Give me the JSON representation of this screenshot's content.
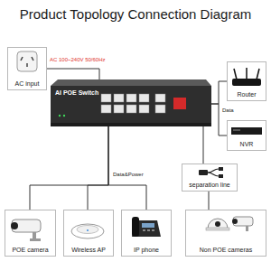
{
  "diagram": {
    "title": "Product Topology Connection Diagram",
    "nodes": [
      {
        "text": [
          "AC input"
        ]
      },
      {
        "text": [
          "AI POE Switch"
        ]
      },
      {
        "text": [
          "Router"
        ]
      },
      {
        "text": [
          "NVR"
        ]
      },
      {
        "text": [
          "separation line"
        ]
      },
      {
        "text": [
          "POE camera"
        ]
      },
      {
        "text": [
          "Wireless AP"
        ]
      },
      {
        "text": [
          "IP phone"
        ]
      },
      {
        "text": [
          "Non POE cameras"
        ]
      }
    ],
    "edges": [
      {
        "from": 0,
        "to": 1,
        "arrow": "none"
      },
      {
        "from": 1,
        "to": 2,
        "arrow": "none"
      },
      {
        "from": 1,
        "to": 3,
        "arrow": "none"
      },
      {
        "from": 1,
        "to": 4,
        "arrow": "none"
      },
      {
        "from": 4,
        "to": 8,
        "arrow": "none"
      },
      {
        "from": 1,
        "to": 5,
        "arrow": "none"
      },
      {
        "from": 1,
        "to": 6,
        "arrow": "none"
      },
      {
        "from": 1,
        "to": 7,
        "arrow": "none"
      }
    ],
    "labels": [
      "AC 100~240V 50/60Hz",
      "Data&Power",
      "Data"
    ]
  }
}
